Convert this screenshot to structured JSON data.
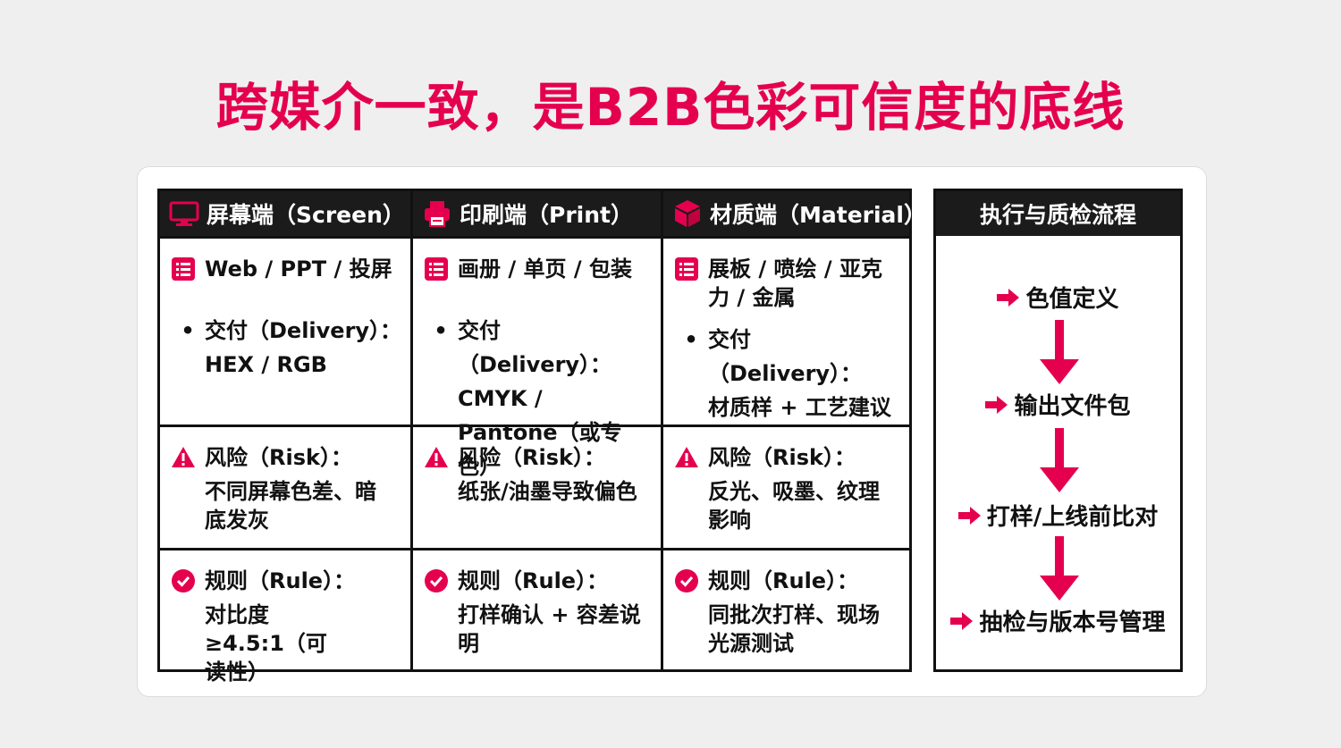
{
  "title": "跨媒介一致，是B2B色彩可信度的底线",
  "colors": {
    "accent": "#e5004f",
    "header_bg": "#1b1b1b",
    "border": "#111111"
  },
  "columns": [
    {
      "header": "屏幕端（Screen）",
      "header_icon": "monitor-icon",
      "media": "Web / PPT / 投屏",
      "delivery_label": "交付（Delivery）：",
      "delivery_value": "HEX / RGB",
      "risk_label": "风险（Risk）：",
      "risk_value": "不同屏幕色差、暗底发灰",
      "rule_label": "规则（Rule）：",
      "rule_value": "对比度≥4.5:1（可读性）"
    },
    {
      "header": "印刷端（Print）",
      "header_icon": "printer-icon",
      "media": "画册 / 单页 / 包装",
      "delivery_label": "交付（Delivery）：",
      "delivery_value": "CMYK / Pantone（或专色）",
      "risk_label": "风险（Risk）：",
      "risk_value": "纸张/油墨导致偏色",
      "rule_label": "规则（Rule）：",
      "rule_value": "打样确认 + 容差说明"
    },
    {
      "header": "材质端（Material）",
      "header_icon": "cube-icon",
      "media": "展板 / 喷绘 / 亚克力 / 金属",
      "delivery_label": "交付（Delivery）：",
      "delivery_value": "材质样 + 工艺建议",
      "risk_label": "风险（Risk）：",
      "risk_value": "反光、吸墨、纹理影响",
      "rule_label": "规则（Rule）：",
      "rule_value": "同批次打样、现场光源测试"
    }
  ],
  "flow": {
    "header": "执行与质检流程",
    "steps": [
      "色值定义",
      "输出文件包",
      "打样/上线前比对",
      "抽检与版本号管理"
    ]
  }
}
